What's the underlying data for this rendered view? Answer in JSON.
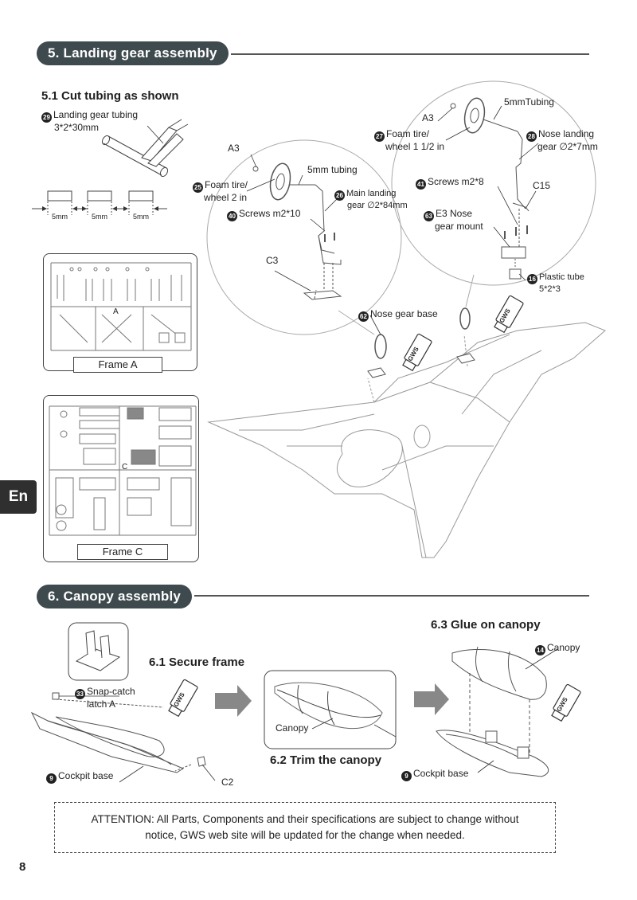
{
  "sections": {
    "landing_gear": {
      "title": "5. Landing gear assembly"
    },
    "canopy": {
      "title": "6. Canopy assembly"
    }
  },
  "steps": {
    "s5_1": "5.1 Cut tubing as shown",
    "s6_1": "6.1 Secure frame",
    "s6_2": "6.2 Trim the canopy",
    "s6_3": "6.3 Glue on canopy"
  },
  "tubing": {
    "part_no": "29",
    "name": "Landing gear tubing",
    "spec": "3*2*30mm",
    "segments": [
      "5mm",
      "5mm",
      "5mm"
    ]
  },
  "frames": {
    "a": "Frame A",
    "c": "Frame C",
    "a_marker": "A",
    "c_marker": "C"
  },
  "main_gear": {
    "a3": "A3",
    "tubing": "5mm tubing",
    "tire_no": "25",
    "tire": "Foam tire/",
    "tire2": "wheel 2 in",
    "gear_no": "26",
    "gear": "Main landing",
    "gear2": "gear ∅2*84mm",
    "screws_no": "40",
    "screws": "Screws m2*10",
    "c3": "C3"
  },
  "nose_gear": {
    "a3": "A3",
    "tubing": "5mmTubing",
    "tire_no": "27",
    "tire": "Foam tire/",
    "tire2": "wheel 1 1/2 in",
    "gear_no": "28",
    "gear": "Nose landing",
    "gear2": "gear ∅2*7mm",
    "screws_no": "41",
    "screws": "Screws m2*8",
    "c15": "C15",
    "mount_no": "63",
    "mount": "E3 Nose",
    "mount2": "gear mount",
    "tube_no": "16",
    "tube": "Plastic tube",
    "tube2": "5*2*3",
    "base_no": "62",
    "base": "Nose gear base"
  },
  "glue_brand": "GWS",
  "canopy": {
    "latch_no": "33",
    "latch": "Snap-catch",
    "latch2": "latch A",
    "cockpit_no": "9",
    "cockpit": "Cockpit base",
    "c2": "C2",
    "canopy_label": "Canopy",
    "canopy_no": "14",
    "canopy_part": "Canopy",
    "cockpit_no2": "9",
    "cockpit2": "Cockpit base"
  },
  "notice": {
    "line1": "ATTENTION: All Parts, Components and their specifications are subject to change without",
    "line2": "notice, GWS web site will be updated for the change when needed."
  },
  "language": "En",
  "page_number": "8"
}
